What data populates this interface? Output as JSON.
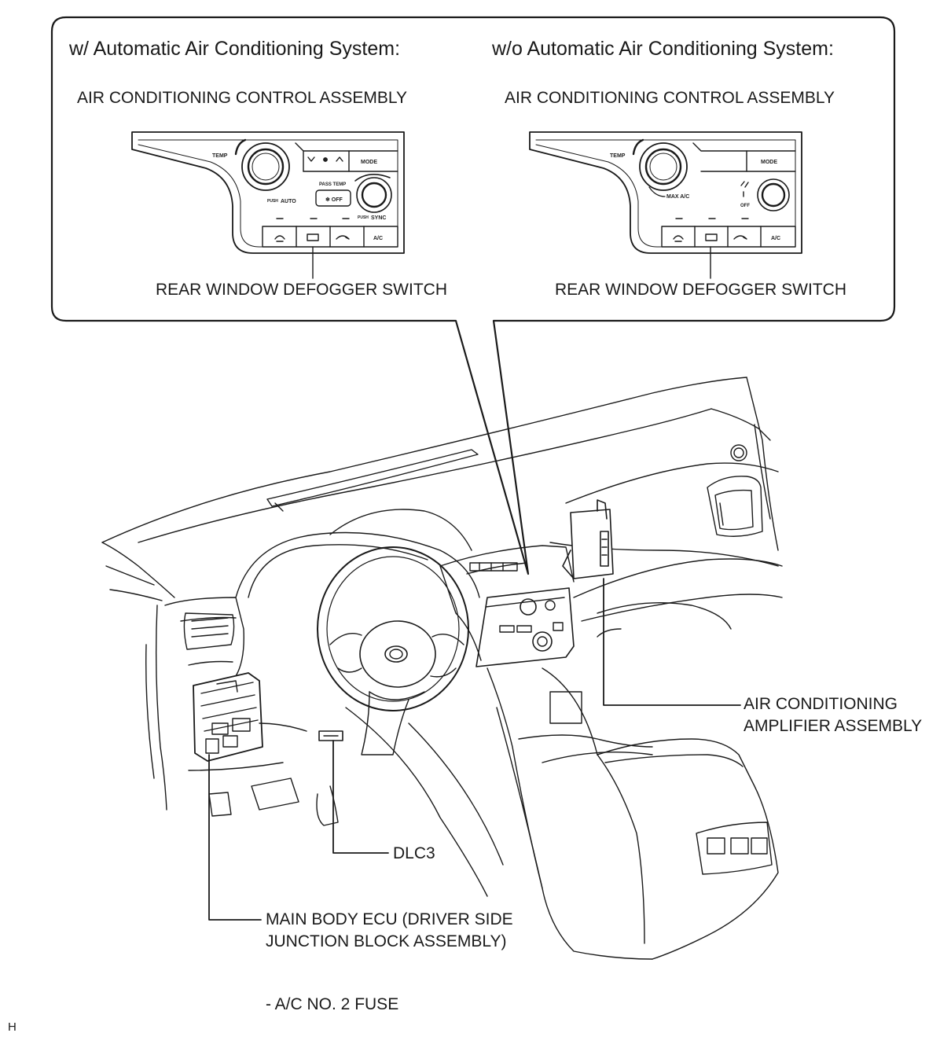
{
  "callout": {
    "left": {
      "heading": "w/ Automatic Air Conditioning System:",
      "assembly": "AIR CONDITIONING CONTROL ASSEMBLY",
      "switch": "REAR WINDOW DEFOGGER SWITCH",
      "panel": {
        "temp": "TEMP",
        "mode": "MODE",
        "auto_push": "PUSH",
        "auto": "AUTO",
        "pass_temp": "PASS TEMP",
        "off": "OFF",
        "sync_push": "PUSH",
        "sync": "SYNC",
        "ac": "A/C"
      }
    },
    "right": {
      "heading": "w/o Automatic Air Conditioning System:",
      "assembly": "AIR CONDITIONING CONTROL ASSEMBLY",
      "switch": "REAR WINDOW DEFOGGER SWITCH",
      "panel": {
        "temp": "TEMP",
        "mode": "MODE",
        "max_ac": "MAX A/C",
        "off": "OFF",
        "ac": "A/C"
      }
    }
  },
  "labels": {
    "amplifier_line1": "AIR CONDITIONING",
    "amplifier_line2": "AMPLIFIER ASSEMBLY",
    "dlc3": "DLC3",
    "ecu_line1": "MAIN BODY ECU (DRIVER SIDE",
    "ecu_line2": "JUNCTION BLOCK ASSEMBLY)",
    "fuse": "- A/C NO. 2 FUSE",
    "corner": "H"
  }
}
